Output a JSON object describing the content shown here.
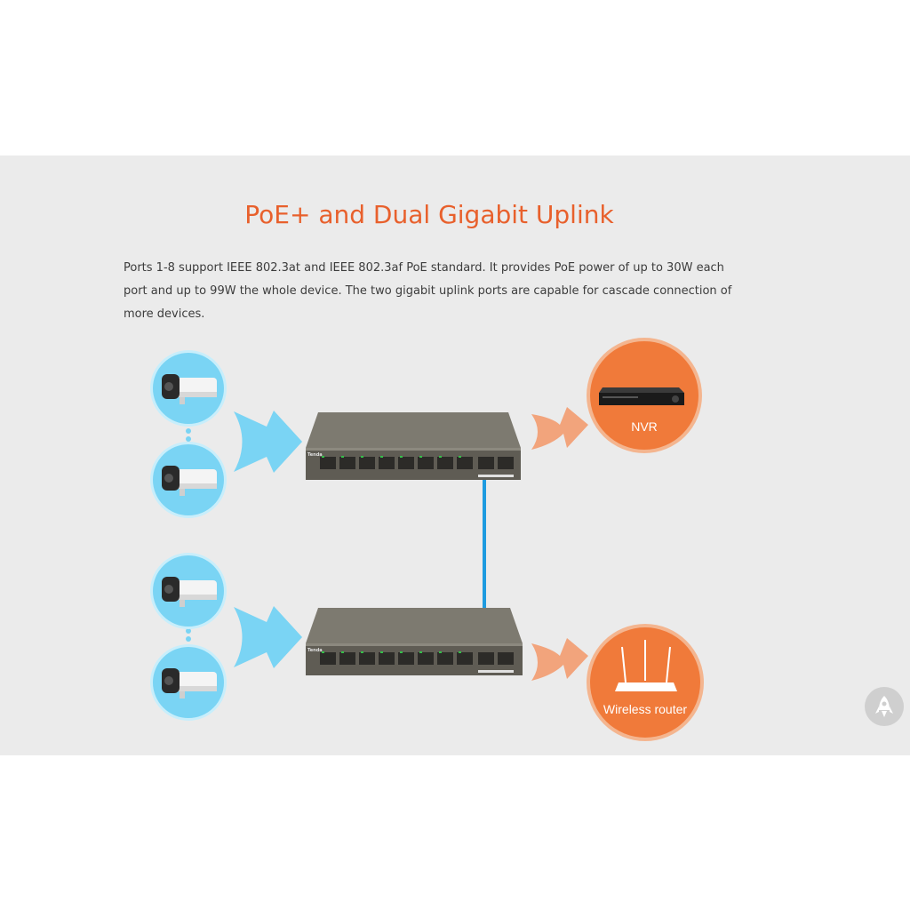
{
  "section": {
    "title": "PoE+ and Dual Gigabit Uplink",
    "description": "Ports 1-8 support IEEE 802.3at and IEEE 802.3af PoE standard. It provides PoE power of up to 30W each port and up to 99W the whole device. The two gigabit uplink ports are capable for cascade connection of more devices."
  },
  "diagram": {
    "nvr_label": "NVR",
    "router_label": "Wireless router",
    "switch_brand": "Tenda",
    "icons": [
      "camera-icon",
      "poe-switch-icon",
      "nvr-icon",
      "wireless-router-icon",
      "arrow-icon",
      "rocket-icon"
    ]
  },
  "colors": {
    "accent": "#e8602c",
    "camera_bg": "#7ad4f4",
    "device_bg": "#f07a3a",
    "cable": "#1e9be0",
    "panel_bg": "#ebebeb"
  }
}
